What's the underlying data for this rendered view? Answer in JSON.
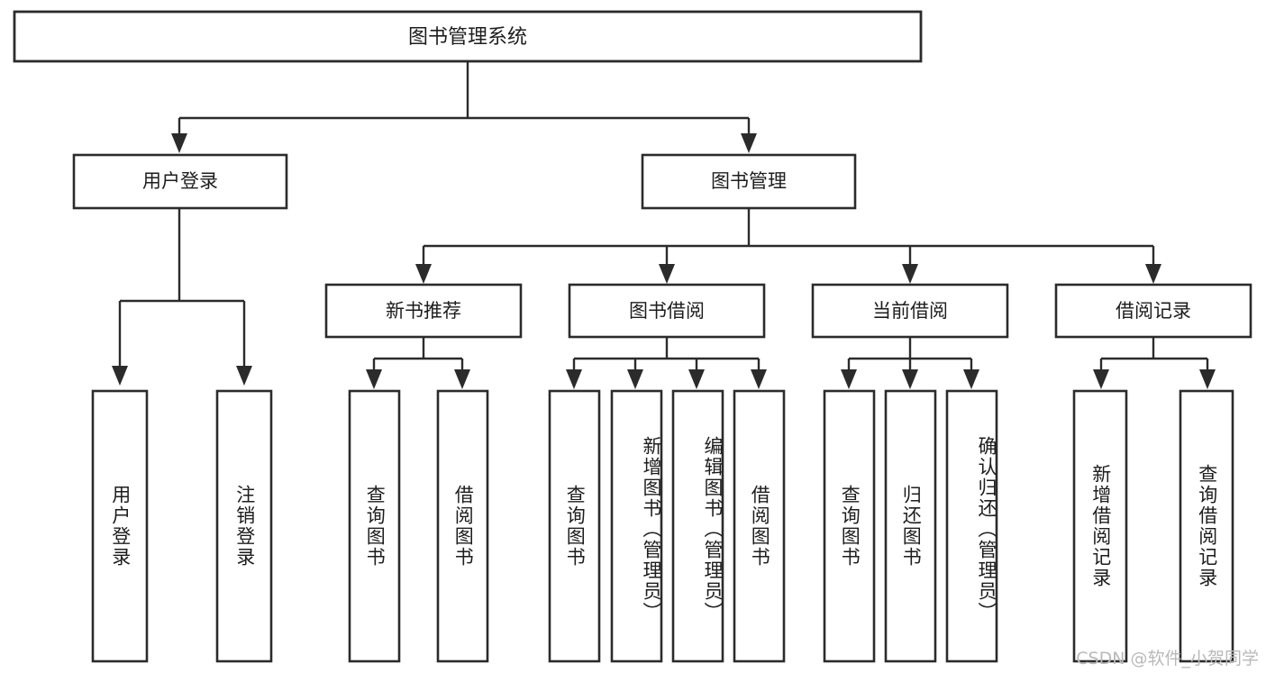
{
  "diagram": {
    "title": "图书管理系统",
    "type": "tree",
    "watermark": "CSDN @软件_小贺同学",
    "colors": {
      "background": "#ffffff",
      "box_fill": "#ffffff",
      "box_stroke": "#2b2b2b",
      "text": "#1d1d1d",
      "connector": "#2b2b2b",
      "watermark": "#b9b9b9"
    },
    "root": {
      "label": "图书管理系统"
    },
    "level2": [
      {
        "label": "用户登录"
      },
      {
        "label": "图书管理"
      }
    ],
    "level3": [
      {
        "label": "新书推荐"
      },
      {
        "label": "图书借阅"
      },
      {
        "label": "当前借阅"
      },
      {
        "label": "借阅记录"
      }
    ],
    "leaves": {
      "user_login": [
        {
          "label": "用户登录"
        },
        {
          "label": "注销登录"
        }
      ],
      "new_book_recommend": [
        {
          "label": "查询图书"
        },
        {
          "label": "借阅图书"
        }
      ],
      "book_borrow": [
        {
          "label": "查询图书"
        },
        {
          "label": "新增图书（管理员）"
        },
        {
          "label": "编辑图书（管理员）"
        },
        {
          "label": "借阅图书"
        }
      ],
      "current_borrow": [
        {
          "label": "查询图书"
        },
        {
          "label": "归还图书"
        },
        {
          "label": "确认归还（管理员）"
        }
      ],
      "borrow_record": [
        {
          "label": "新增借阅记录"
        },
        {
          "label": "查询借阅记录"
        }
      ]
    }
  }
}
